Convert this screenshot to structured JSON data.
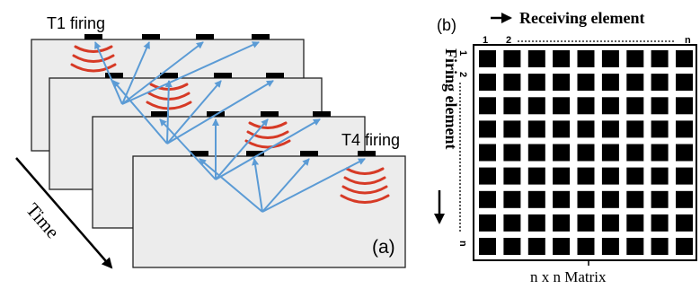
{
  "panel_a": {
    "label": "(a)",
    "t1_label": "T1 firing",
    "t4_label": "T4 firing",
    "time_label": "Time",
    "colors": {
      "arrow": "#5b9bd5",
      "wave": "#d63a26",
      "slab": "#ececec",
      "element": "#000000"
    }
  },
  "panel_b": {
    "label": "(b)",
    "receiving_label": "Receiving element",
    "firing_label": "Firing element",
    "col_first": "1",
    "col_second": "2",
    "col_last": "n",
    "row_first": "1",
    "row_second": "2",
    "row_last": "n",
    "caption": "n x n Matrix",
    "grid_rows": 9,
    "grid_cols": 9
  }
}
